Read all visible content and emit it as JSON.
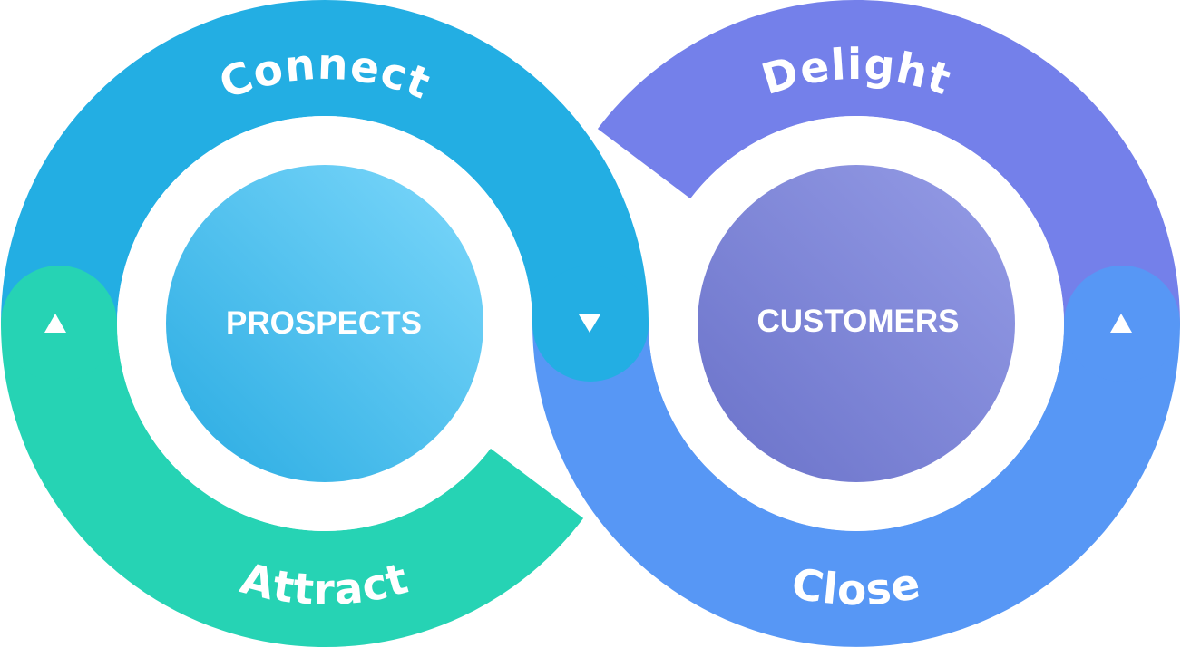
{
  "diagram": {
    "left_cycle": {
      "core_label": "PROSPECTS",
      "top_stage": {
        "label": "Connect",
        "color": "#23AEE3"
      },
      "bottom_stage": {
        "label": "Attract",
        "color": "#26D3B4"
      },
      "core_gradient": {
        "from": "#29ABE2",
        "to": "#7DD8FB"
      },
      "arrows": [
        {
          "icon": "triangle-up-icon",
          "direction": "up",
          "glyph": "▲"
        },
        {
          "icon": "triangle-down-icon",
          "direction": "down",
          "glyph": "▼"
        }
      ]
    },
    "right_cycle": {
      "core_label": "CUSTOMERS",
      "top_stage": {
        "label": "Delight",
        "color": "#7480EA"
      },
      "bottom_stage": {
        "label": "Close",
        "color": "#5797F5"
      },
      "core_gradient": {
        "from": "#6A72C9",
        "to": "#959CE6"
      },
      "arrows": [
        {
          "icon": "triangle-up-icon",
          "direction": "up",
          "glyph": "▲"
        }
      ]
    },
    "flow_order": [
      "Attract",
      "Connect",
      "Close",
      "Delight"
    ]
  }
}
